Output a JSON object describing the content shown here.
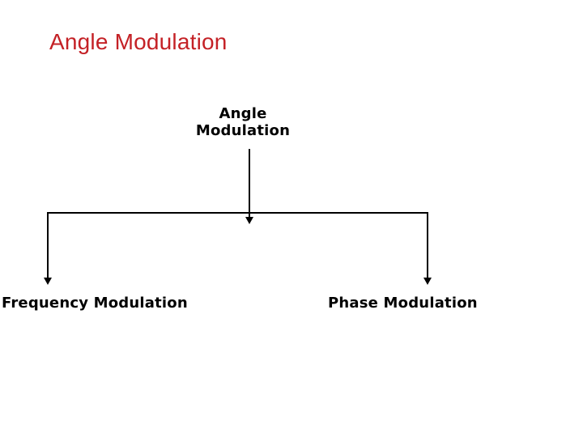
{
  "slide": {
    "title": "Angle Modulation",
    "background_color": "#FFFFFF",
    "title_color": "#C42126"
  },
  "diagram": {
    "type": "tree",
    "line_color": "#000000",
    "text_color": "#000000",
    "root": {
      "label": "Angle Modulation"
    },
    "children": [
      {
        "label": "Frequency Modulation"
      },
      {
        "label": "Phase Modulation"
      }
    ]
  }
}
